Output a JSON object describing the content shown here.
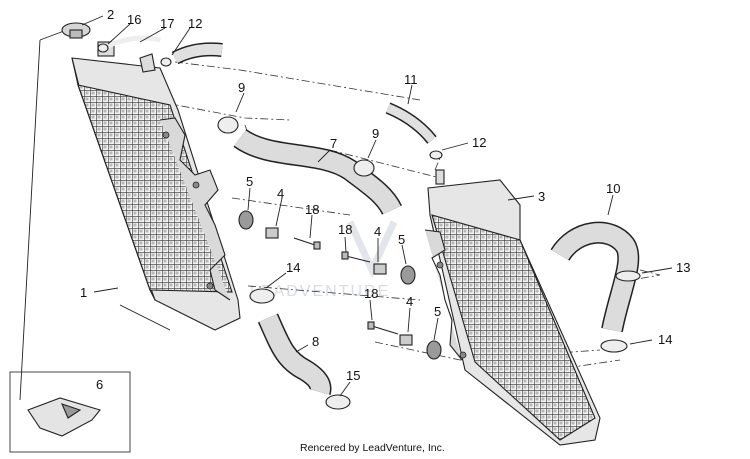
{
  "watermark": {
    "text": "LEADVENTURE"
  },
  "callouts": {
    "c1": "1",
    "c2": "2",
    "c3": "3",
    "c4a": "4",
    "c4b": "4",
    "c4c": "4",
    "c5a": "5",
    "c5b": "5",
    "c5c": "5",
    "c6": "6",
    "c7": "7",
    "c8": "8",
    "c9a": "9",
    "c9b": "9",
    "c10": "10",
    "c11": "11",
    "c12a": "12",
    "c12b": "12",
    "c13": "13",
    "c14a": "14",
    "c14b": "14",
    "c15": "15",
    "c16": "16",
    "c17": "17",
    "c18a": "18",
    "c18b": "18",
    "c18c": "18"
  },
  "credit": "Rencered by LeadVenture, Inc."
}
